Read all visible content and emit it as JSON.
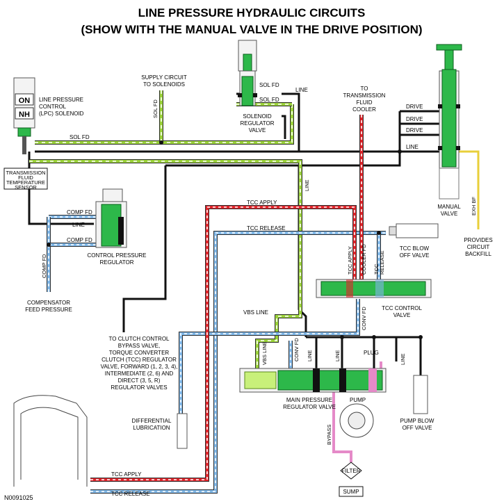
{
  "title": {
    "line1": "LINE PRESSURE HYDRAULIC CIRCUITS",
    "line2": "(SHOW WITH THE MANUAL VALVE IN THE DRIVE POSITION)"
  },
  "solenoid": {
    "on": "ON",
    "nh": "NH"
  },
  "labels": {
    "lpc_solenoid": [
      "LINE PRESSURE",
      "CONTROL",
      "(LPC) SOLENOID"
    ],
    "supply_circuit": [
      "SUPPLY CIRCUIT",
      "TO SOLENOIDS"
    ],
    "sol_fd": "SOL FD",
    "line": "LINE",
    "solenoid_regulator": [
      "SOLENOID",
      "REGULATOR",
      "VALVE"
    ],
    "to_cooler": [
      "TO",
      "TRANSMISSION",
      "FLUID",
      "COOLER"
    ],
    "drive": "DRIVE",
    "manual_valve": [
      "MANUAL",
      "VALVE"
    ],
    "exh_bf": "EXH BF",
    "provides_backfill": [
      "PROVIDES",
      "CIRCUIT",
      "BACKFILL"
    ],
    "tft_sensor": [
      "TRANSMISSION",
      "FLUID",
      "TEMPERATURE",
      "SENSOR"
    ],
    "comp_fd": "COMP FD",
    "control_pressure_regulator": [
      "CONTROL PRESSURE",
      "REGULATOR"
    ],
    "compensator": [
      "COMPENSATOR",
      "FEED PRESSURE"
    ],
    "tcc_apply": "TCC APPLY",
    "tcc_release": "TCC RELEASE",
    "cooler_fd": "COOLER FD",
    "tcc_release_v": [
      "TCC",
      "RELEASE"
    ],
    "tcc_blow_off": [
      "TCC BLOW",
      "OFF VALVE"
    ],
    "tcc_control": [
      "TCC CONTROL",
      "VALVE"
    ],
    "conv_fd": "CONV FD",
    "vbs_line": "VBS LINE",
    "to_clutch_control": [
      "TO CLUTCH CONTROL",
      "BYPASS VALVE,",
      "TORQUE CONVERTER",
      "CLUTCH (TCC) REGULATOR",
      "VALVE, FORWARD (1, 2, 3, 4),",
      "INTERMEDIATE (2, 6) AND",
      "DIRECT (3, 5, R)",
      "REGULATOR VALVES"
    ],
    "plug": "PLUG",
    "main_pressure_regulator": "MAIN PRESSURE",
    "main_pressure_regulator2": "REGULATOR VALVE",
    "pump": "PUMP",
    "pump_blow_off": [
      "PUMP BLOW",
      "OFF VALVE"
    ],
    "bypass": "BYPASS",
    "filter": "FILTER",
    "sump": "SUMP",
    "differential": [
      "DIFFERENTIAL",
      "LUBRICATION"
    ],
    "figure_code": "N0091025"
  },
  "colors": {
    "line": "#111111",
    "sol_fd": "#9bd33a",
    "tcc_apply": "#e0242a",
    "tcc_release": "#7fb6e6",
    "bypass": "#e58ac8",
    "exh_bf": "#e8cf3a",
    "valve": "#2db84a"
  }
}
